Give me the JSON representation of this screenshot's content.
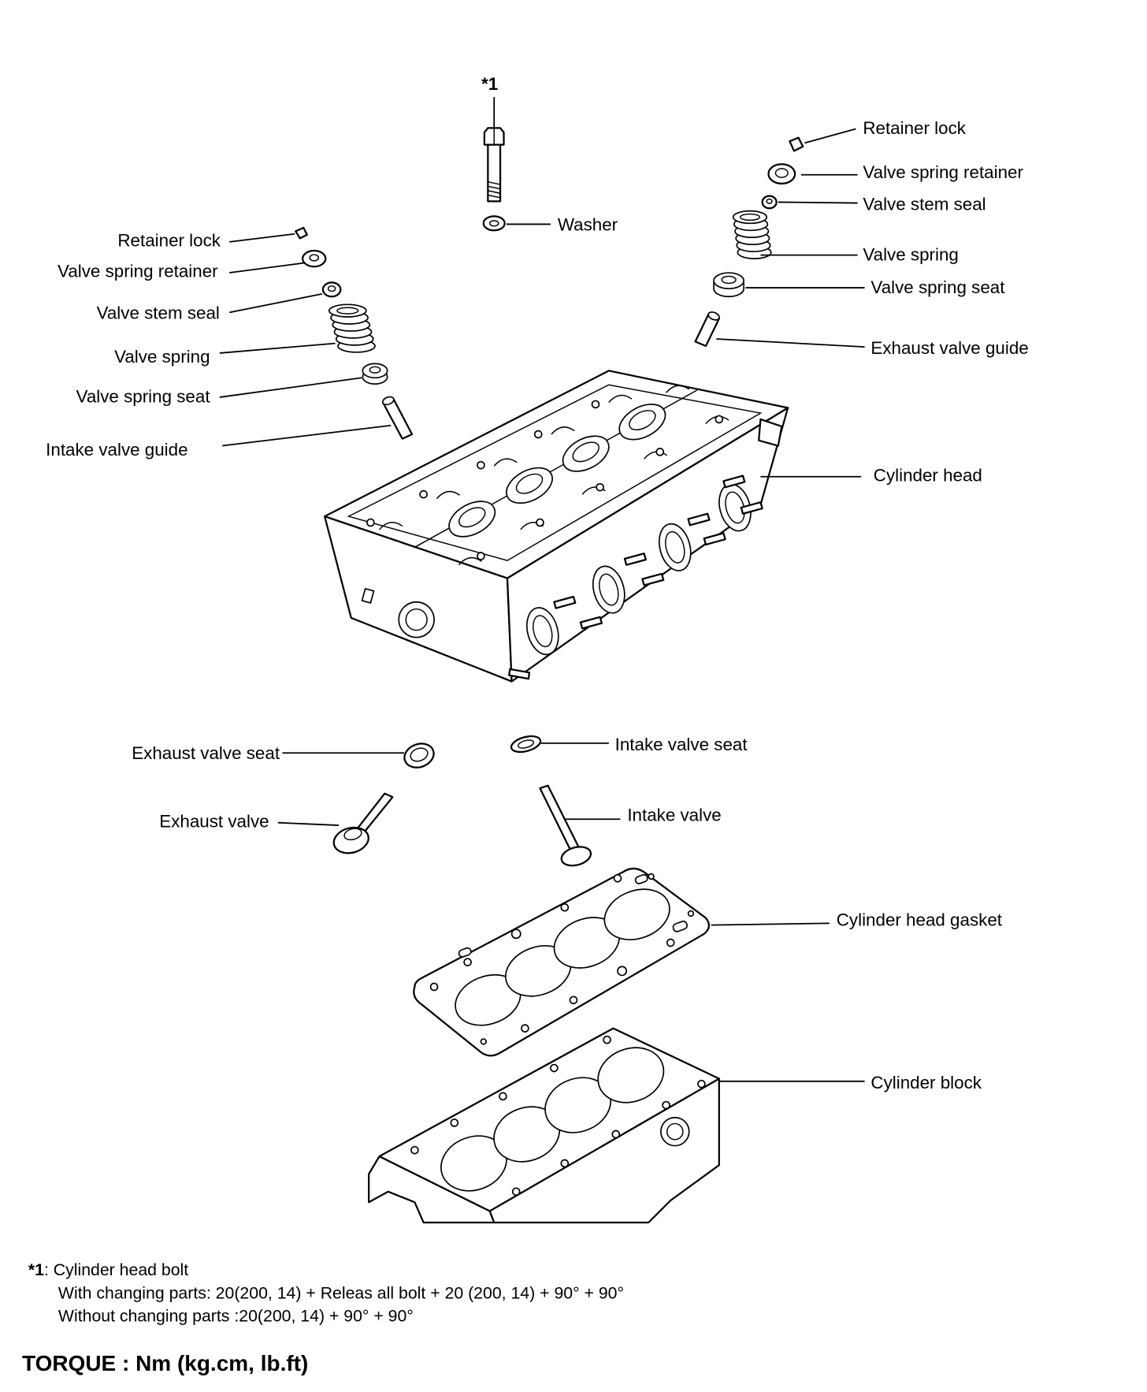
{
  "labels": {
    "bolt_ref": "*1",
    "washer": "Washer",
    "right": {
      "retainer_lock": "Retainer lock",
      "valve_spring_retainer": "Valve spring retainer",
      "valve_stem_seal": "Valve stem seal",
      "valve_spring": "Valve spring",
      "valve_spring_seat": "Valve spring seat",
      "exhaust_valve_guide": "Exhaust valve guide"
    },
    "left": {
      "retainer_lock": "Retainer lock",
      "valve_spring_retainer": "Valve spring retainer",
      "valve_stem_seal": "Valve stem seal",
      "valve_spring": "Valve spring",
      "valve_spring_seat": "Valve spring seat",
      "intake_valve_guide": "Intake valve guide"
    },
    "cylinder_head": "Cylinder head",
    "exhaust_valve_seat": "Exhaust valve seat",
    "intake_valve_seat": "Intake valve seat",
    "exhaust_valve": "Exhaust valve",
    "intake_valve": "Intake valve",
    "cylinder_head_gasket": "Cylinder head gasket",
    "cylinder_block": "Cylinder block"
  },
  "footnote": {
    "ref": "*1",
    "title": ": Cylinder head bolt",
    "line1": "With changing parts: 20(200, 14) + Releas all bolt + 20 (200, 14) + 90° + 90°",
    "line2": "Without changing parts :20(200, 14) + 90° + 90°"
  },
  "torque": "TORQUE : Nm (kg.cm, lb.ft)"
}
